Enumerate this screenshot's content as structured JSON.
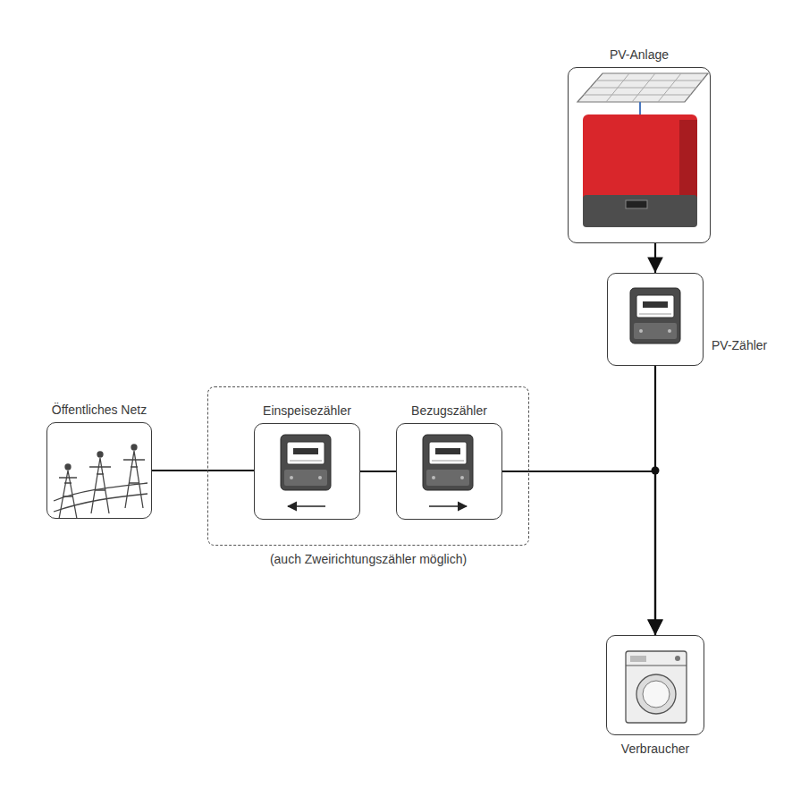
{
  "diagram": {
    "nodes": [
      {
        "text": [
          "PV-Anlage"
        ]
      },
      {
        "text": [
          "PV-Zähler"
        ]
      },
      {
        "text": [
          "Öffentliches Netz"
        ]
      },
      {
        "text": [
          "(auch Zweirichtungszähler möglich)"
        ]
      },
      {
        "text": [
          "Einspeisezähler"
        ],
        "in": 3
      },
      {
        "text": [
          "Bezugszähler"
        ],
        "in": 3
      },
      {
        "text": [
          "Verbraucher"
        ]
      }
    ],
    "edges": [
      {
        "from": 0,
        "to": 1,
        "arrow": "to"
      },
      {
        "from": 1,
        "to": 6,
        "arrow": "to"
      },
      {
        "from": 2,
        "to": 4,
        "arrow": "none"
      },
      {
        "from": 4,
        "to": 5,
        "arrow": "none"
      },
      {
        "from": 5,
        "to": 6,
        "arrow": "to"
      }
    ]
  }
}
